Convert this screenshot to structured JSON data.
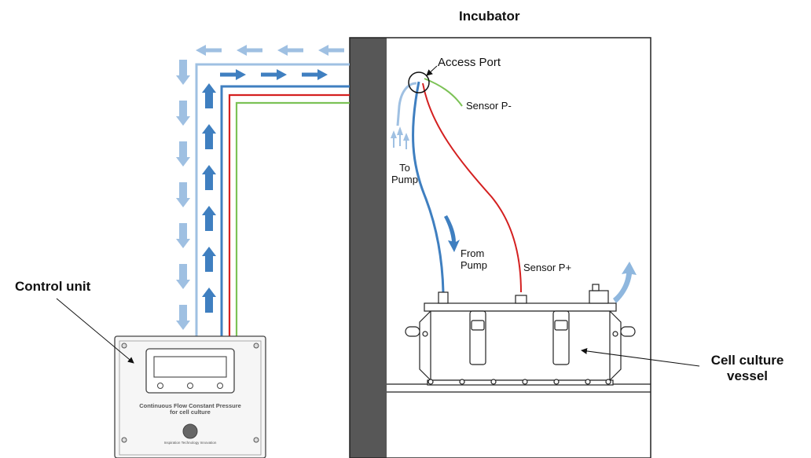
{
  "labels": {
    "incubator": "Incubator",
    "access_port": "Access Port",
    "sensor_p_minus": "Sensor P-",
    "to_pump_line1": "To",
    "to_pump_line2": "Pump",
    "from_pump_line1": "From",
    "from_pump_line2": "Pump",
    "sensor_p_plus": "Sensor P+",
    "control_unit": "Control unit",
    "cell_culture_line1": "Cell culture",
    "cell_culture_line2": "vessel"
  },
  "device": {
    "title_line1": "Continuous Flow Constant Pressure",
    "title_line2": "for cell culture",
    "logo_text": "Inspiration Technology Innovation"
  },
  "colors": {
    "return_tube": "#9fc0e2",
    "supply_tube": "#3f7fc0",
    "sensor_plus": "#d42020",
    "sensor_minus": "#7cc256",
    "incubator_wall": "#575757",
    "outline": "#222222"
  },
  "icons": {
    "flow_arrows": "arrow-icon",
    "access_port_marker": "circle-marker-icon",
    "logo": "logo-icon"
  }
}
